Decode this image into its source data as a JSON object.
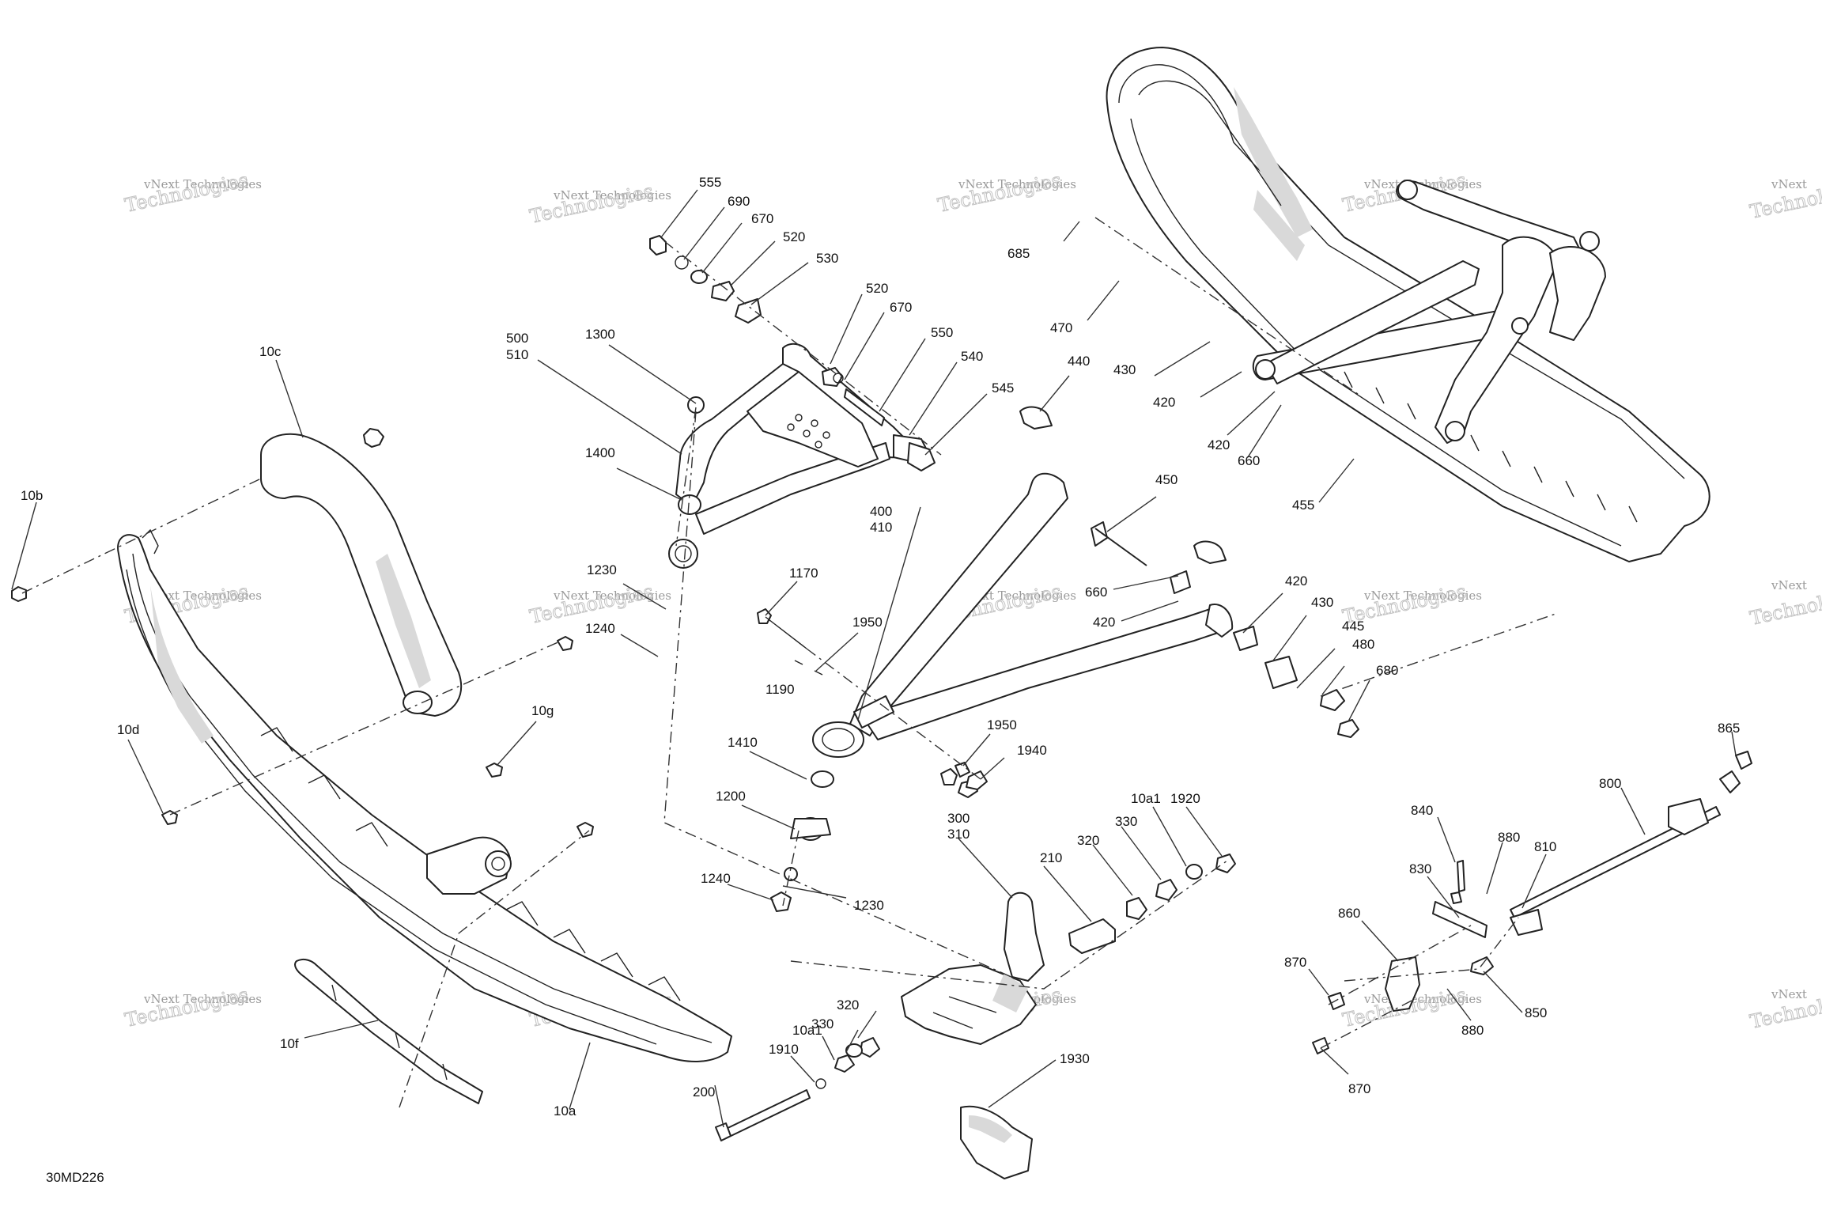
{
  "diagram_id": "30MD226",
  "watermark": {
    "line1": "vNext Technologies",
    "line2": "Technologies",
    "corner": "vNext"
  },
  "callouts": {
    "c555": "555",
    "c690": "690",
    "c670a": "670",
    "c520a": "520",
    "c530": "530",
    "c520b": "520",
    "c670b": "670",
    "c550": "550",
    "c540": "540",
    "c545": "545",
    "c500": "500",
    "c510": "510",
    "c1300": "1300",
    "c1400": "1400",
    "c10c": "10c",
    "c10b": "10b",
    "c10d": "10d",
    "c10g": "10g",
    "c10f": "10f",
    "c10a": "10a",
    "c1230a": "1230",
    "c1240a": "1240",
    "c1170": "1170",
    "c1950a": "1950",
    "c1190": "1190",
    "c400": "400",
    "c410": "410",
    "c1410": "1410",
    "c1200": "1200",
    "c1240b": "1240",
    "c1230b": "1230",
    "c1950b": "1950",
    "c1940": "1940",
    "c685": "685",
    "c470": "470",
    "c440": "440",
    "c430a": "430",
    "c420a": "420",
    "c420b": "420",
    "c660a": "660",
    "c455": "455",
    "c450": "450",
    "c660b": "660",
    "c420c": "420",
    "c420d": "420",
    "c430b": "430",
    "c445": "445",
    "c480": "480",
    "c680": "680",
    "c300": "300",
    "c310": "310",
    "c210": "210",
    "c320a": "320",
    "c330a": "330",
    "c10a1a": "10a1",
    "c1920": "1920",
    "c330b": "330",
    "c320b": "320",
    "c10a1b": "10a1",
    "c1910": "1910",
    "c200": "200",
    "c1930": "1930",
    "c865": "865",
    "c800": "800",
    "c840": "840",
    "c880a": "880",
    "c810": "810",
    "c830": "830",
    "c860": "860",
    "c870a": "870",
    "c850": "850",
    "c880b": "880",
    "c870b": "870"
  }
}
